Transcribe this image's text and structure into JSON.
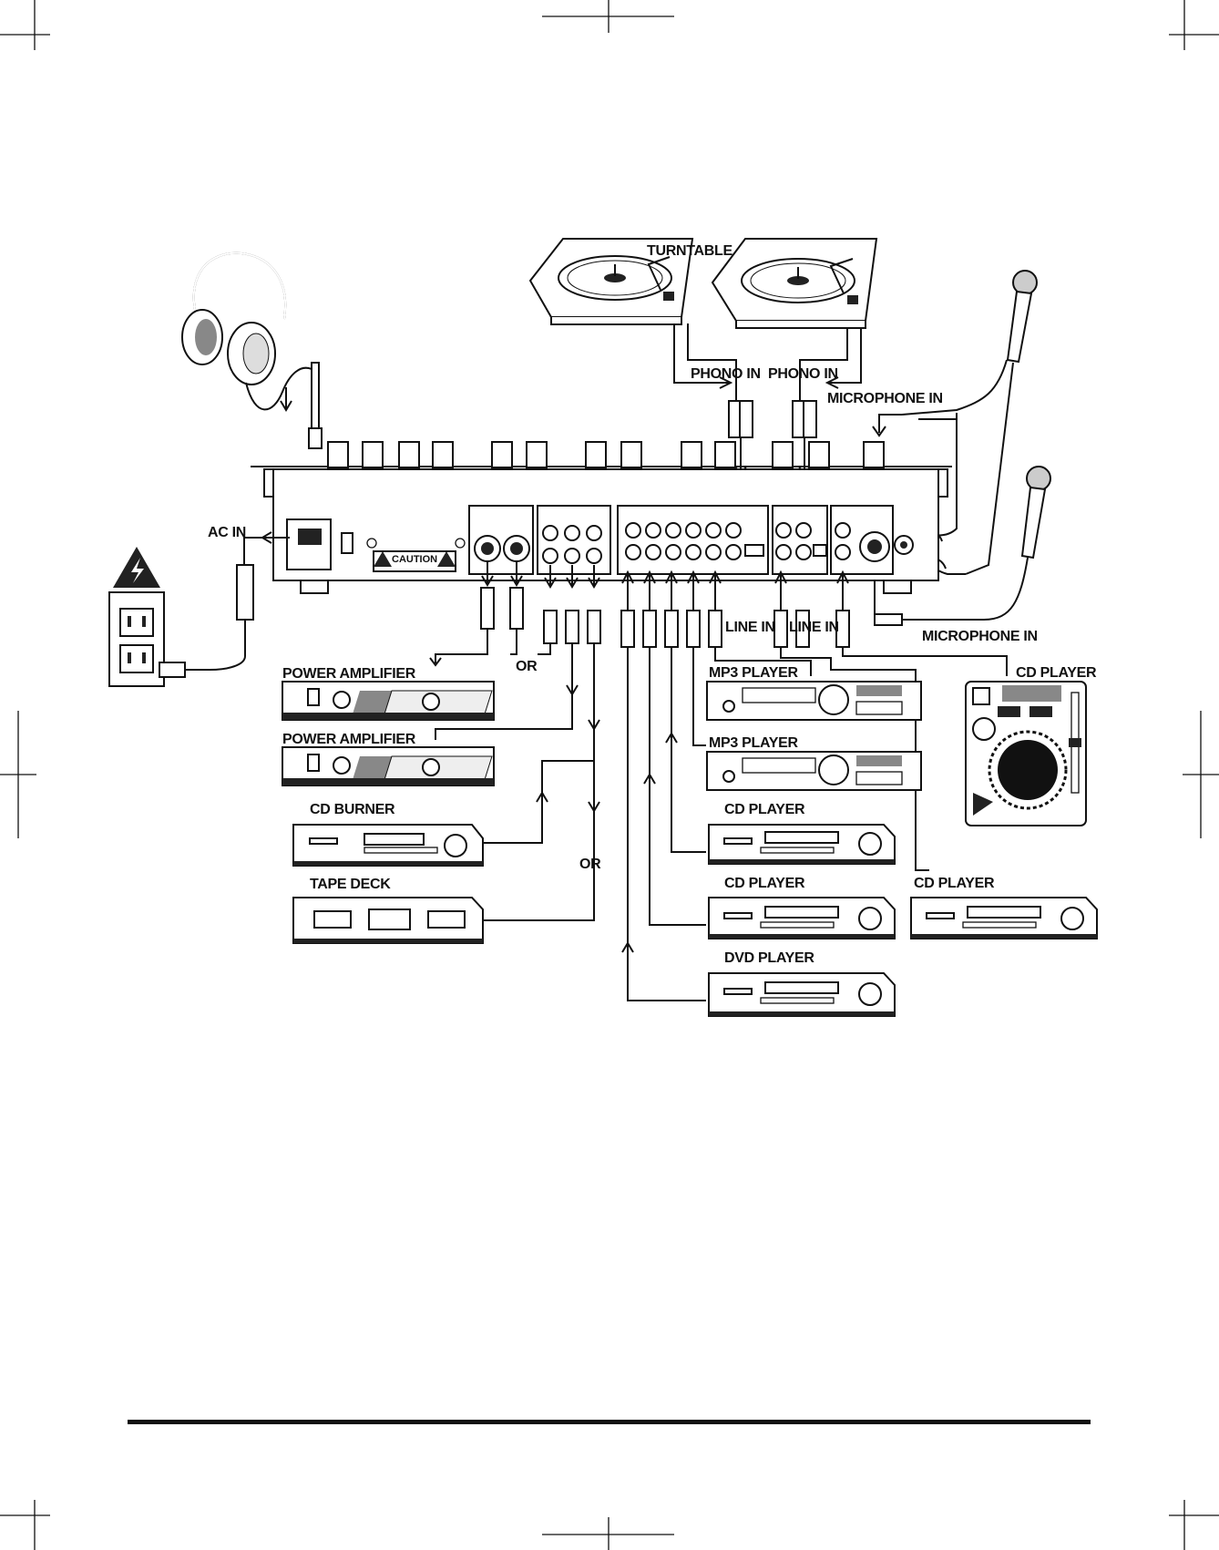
{
  "labels": {
    "turntable": "TURNTABLE",
    "phono_in_1": "PHONO IN",
    "phono_in_2": "PHONO IN",
    "microphone_in_top": "MICROPHONE IN",
    "microphone_in_bottom": "MICROPHONE IN",
    "ac_in": "AC IN",
    "caution": "CAUTION",
    "or_top": "OR",
    "or_bottom": "OR",
    "line_in_1": "LINE IN",
    "line_in_2": "LINE IN",
    "power_amplifier_1": "POWER AMPLIFIER",
    "power_amplifier_2": "POWER AMPLIFIER",
    "cd_burner": "CD BURNER",
    "tape_deck": "TAPE DECK",
    "mp3_player_1": "MP3 PLAYER",
    "mp3_player_2": "MP3 PLAYER",
    "cd_player_top": "CD PLAYER",
    "cd_player_1": "CD PLAYER",
    "cd_player_2": "CD PLAYER",
    "cd_player_3": "CD PLAYER",
    "dvd_player": "DVD PLAYER"
  },
  "colors": {
    "ink": "#111111",
    "paper": "#ffffff"
  }
}
